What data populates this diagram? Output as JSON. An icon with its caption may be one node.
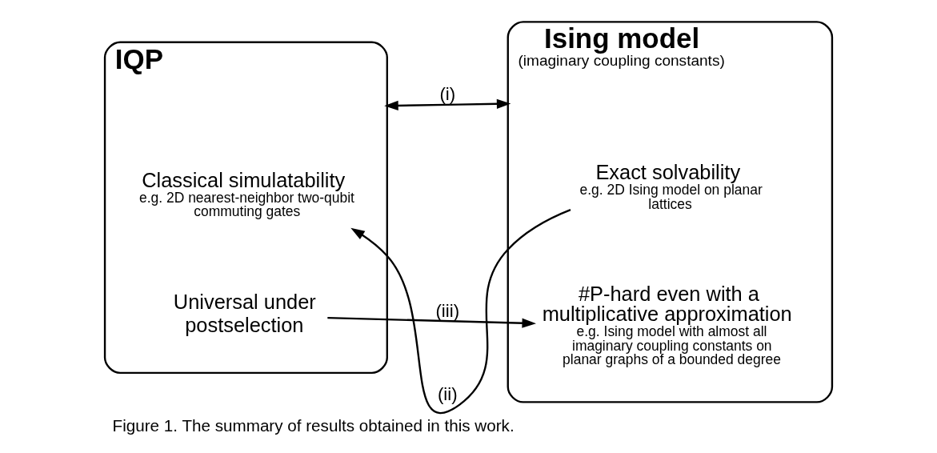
{
  "diagram": {
    "caption": "Figure 1. The summary of results obtained in this work.",
    "nodes": [
      {
        "text": [
          "IQP"
        ]
      },
      {
        "text": [
          "Classical simulatability",
          "e.g. 2D nearest-neighbor two-qubit commuting gates"
        ],
        "in": 0
      },
      {
        "text": [
          "Universal under postselection"
        ],
        "in": 0
      },
      {
        "text": [
          "Ising model",
          "(imaginary coupling constants)"
        ]
      },
      {
        "text": [
          "Exact solvability",
          "e.g. 2D Ising model on planar lattices"
        ],
        "in": 3
      },
      {
        "text": [
          "#P-hard even with a multiplicative approximation",
          "e.g. Ising model with almost all imaginary coupling constants on planar graphs of a bounded degree"
        ],
        "in": 3
      }
    ],
    "edges": [
      {
        "from": 0,
        "to": 3,
        "arrow": "both",
        "label": "(i)"
      },
      {
        "from": 4,
        "to": 1,
        "arrow": "to",
        "label": "(ii)"
      },
      {
        "from": 2,
        "to": 5,
        "arrow": "to",
        "label": "(iii)"
      }
    ]
  }
}
